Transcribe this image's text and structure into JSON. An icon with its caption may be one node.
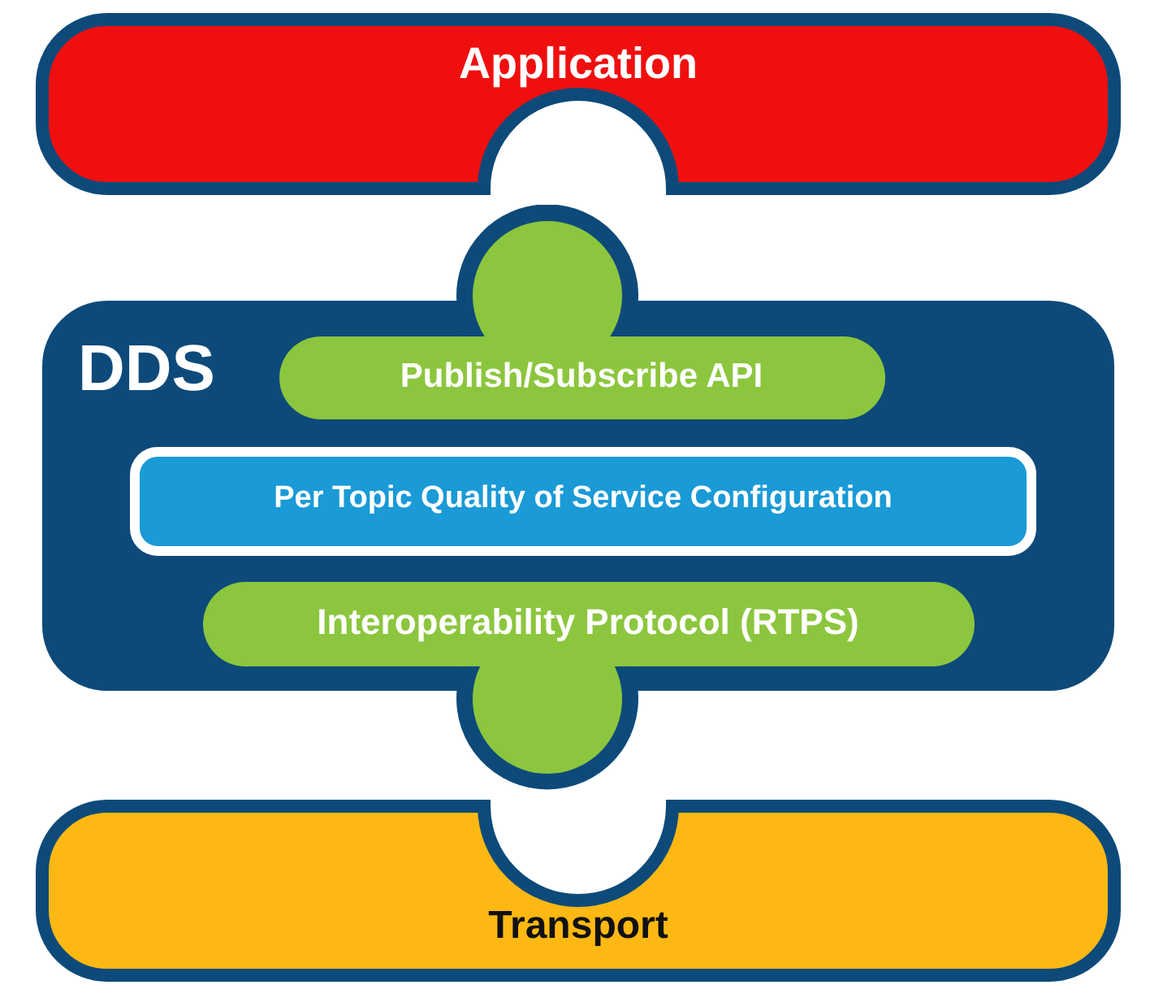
{
  "diagram": {
    "nodes": [
      {
        "text": [
          "Application"
        ]
      },
      {
        "text": [
          "DDS"
        ]
      },
      {
        "text": [
          "Publish/Subscribe API"
        ],
        "in": 1
      },
      {
        "text": [
          "Per Topic Quality of Service Configuration"
        ],
        "in": 1
      },
      {
        "text": [
          "Interoperability Protocol (RTPS)"
        ],
        "in": 1
      },
      {
        "text": [
          "Transport"
        ]
      }
    ]
  }
}
